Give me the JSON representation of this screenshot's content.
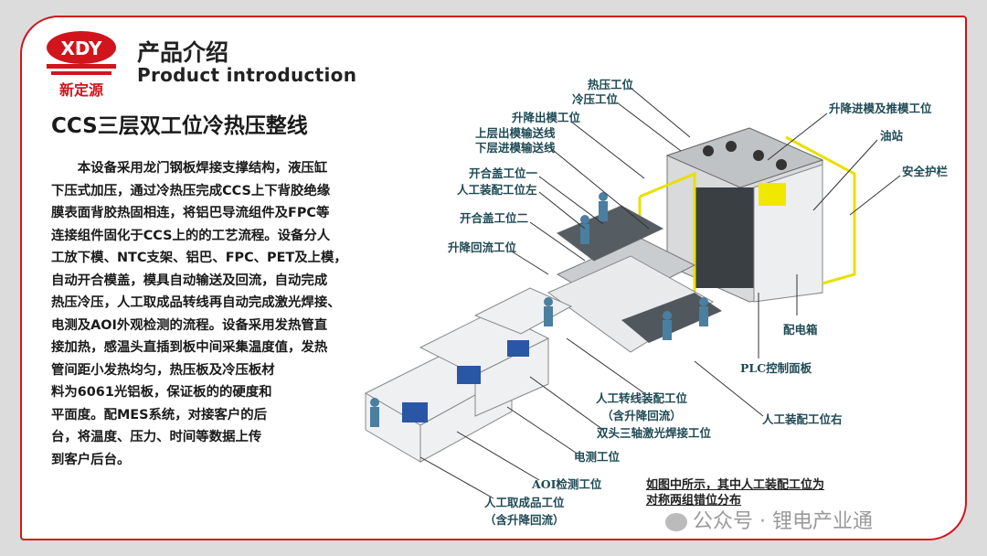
{
  "header": {
    "logo_text": "XDY",
    "logo_cn": "新定源",
    "title_cn": "产品介绍",
    "title_en": "Product introduction"
  },
  "subtitle": "CCS三层双工位冷热压整线",
  "body_lines": [
    "　　本设备采用龙门钢板焊接支撑结构，液压缸",
    "下压式加压，通过冷热压完成CCS上下背胶绝缘",
    "膜表面背胶热固相连，将铝巴导流组件及FPC等",
    "连接组件固化于CCS上的的工艺流程。设备分人",
    "工放下模、NTC支架、铝巴、FPC、PET及上模，",
    "自动开合模盖，模具自动输送及回流，自动完成",
    "热压冷压，人工取成品转线再自动完成激光焊接、",
    "电测及AOI外观检测的流程。设备采用发热管直",
    "接加热，感温头直插到板中间采集温度值，发热",
    "管间距小发热均匀，热压板及冷压板材",
    "料为6061光铝板，保证板的的硬度和",
    "平面度。配MES系统，对接客户的后",
    "台，将温度、压力、时间等数据上传",
    "到客户后台。"
  ],
  "labels": {
    "hot_press": "热压工位",
    "cold_press": "冷压工位",
    "lift_out": "升降出模工位",
    "upper_out": "上层出模输送线",
    "lower_in": "下层进模输送线",
    "lid1": "开合盖工位一",
    "manual_left": "人工装配工位左",
    "lid2": "开合盖工位二",
    "lift_return": "升降回流工位",
    "lift_in_push": "升降进模及推模工位",
    "oil_station": "油站",
    "guard": "安全护栏",
    "power_box": "配电箱",
    "plc": "PLC控制面板",
    "manual_transfer": "人工转线装配工位",
    "manual_transfer_sub": "（含升降回流）",
    "laser": "双头三轴激光焊接工位",
    "manual_right": "人工装配工位右",
    "electric_test": "电测工位",
    "aoi": "AOI检测工位",
    "take_out": "人工取成品工位",
    "take_out_sub": "（含升降回流）"
  },
  "note": [
    "如图中所示，其中人工装配工位为",
    "对称两组错位分布"
  ],
  "watermark": "公众号 · 锂电产业通",
  "colors": {
    "brand_red": "#d0151d",
    "label": "#1f4a55",
    "fence": "#e8e000"
  }
}
